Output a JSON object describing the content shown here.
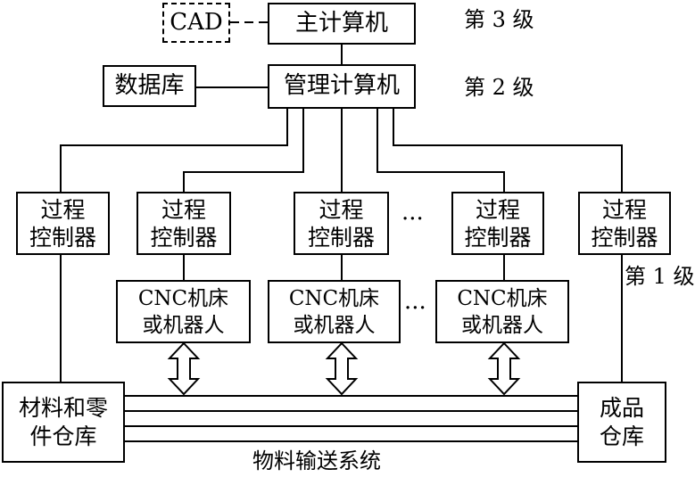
{
  "computer": {
    "cad": "CAD",
    "main": "主计算机",
    "database": "数据库",
    "management": "管理计算机"
  },
  "levels": {
    "level3": "第 3 级",
    "level2": "第 2 级",
    "level1": "第 1 级"
  },
  "controllers": [
    "过程\n控制器",
    "过程\n控制器",
    "过程\n控制器",
    "过程\n控制器",
    "过程\n控制器"
  ],
  "machines": [
    "CNC机床\n或机器人",
    "CNC机床\n或机器人",
    "CNC机床\n或机器人"
  ],
  "ellipsis": "···",
  "storage": {
    "raw": "材料和零\n件仓库",
    "finished": "成品\n仓库"
  },
  "conveyor_label": "物料输送系统"
}
